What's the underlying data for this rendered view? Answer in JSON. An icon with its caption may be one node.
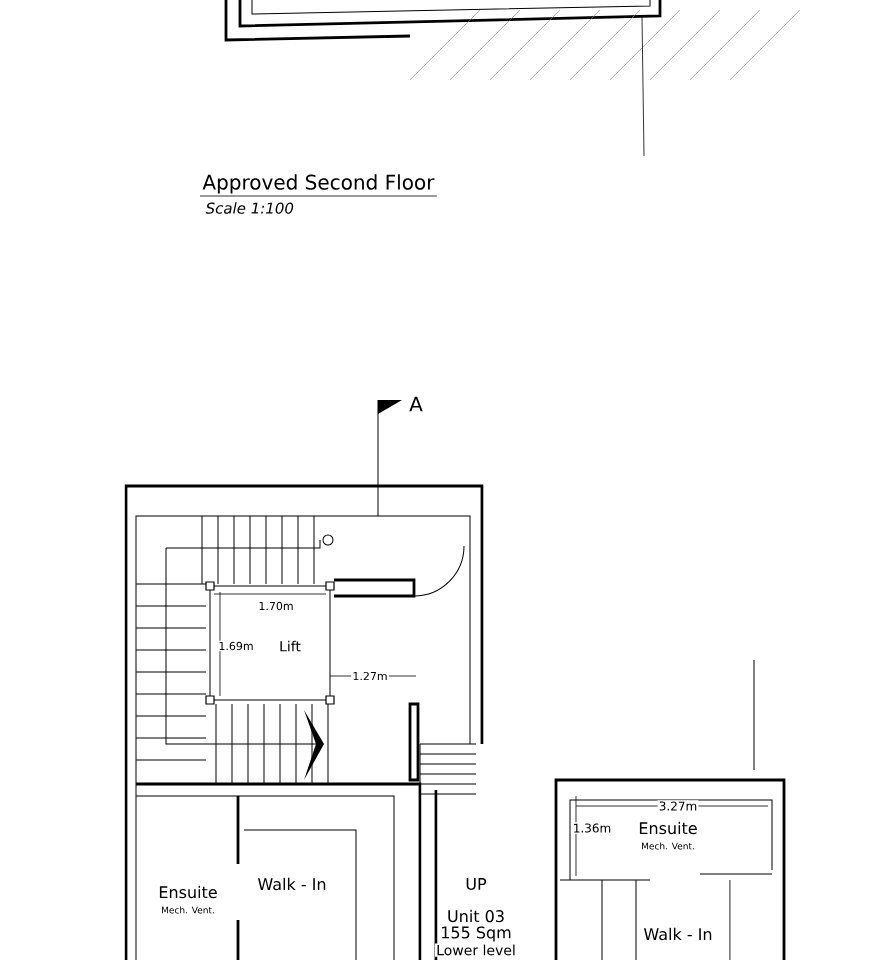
{
  "diagram": {
    "title": "Approved Second Floor",
    "labels": [
      "Scale 1:100",
      "A",
      "1.70m",
      "1.69m",
      "Lift",
      "1.27m",
      "3.27m",
      "1.36m",
      "Ensuite",
      "Mech. Vent.",
      "UP",
      "Ensuite",
      "Walk - In",
      "Mech. Vent.",
      "Unit 03",
      "Walk - In",
      "155 Sqm",
      "Lower level"
    ]
  }
}
